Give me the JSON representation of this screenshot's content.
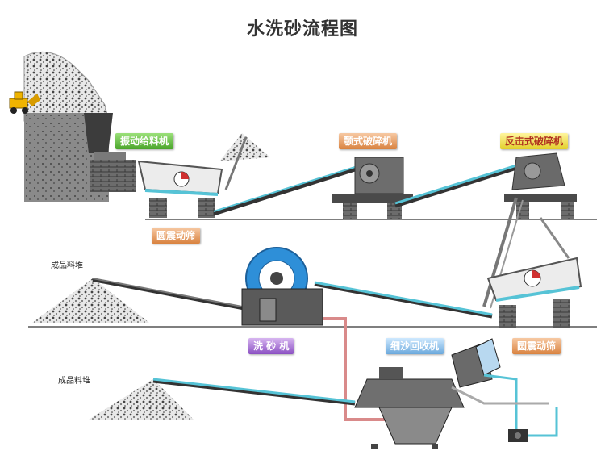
{
  "title": "水洗砂流程图",
  "labels": {
    "vibrating_feeder": "振动给料机",
    "jaw_crusher": "颚式破碎机",
    "impact_crusher": "反击式破碎机",
    "circular_screen_1": "圆震动筛",
    "sand_washer": "洗 砂 机",
    "fine_sand_recycler": "细沙回收机",
    "circular_screen_2": "圆震动筛",
    "product_pile_1": "成品料堆",
    "product_pile_2": "成品料堆"
  },
  "colors": {
    "belt": "#56c3d6",
    "machine": "#6b6b6b",
    "water_pipe": "#d98a8a",
    "wheel": "#2e8fd8",
    "ground": "#555555"
  }
}
